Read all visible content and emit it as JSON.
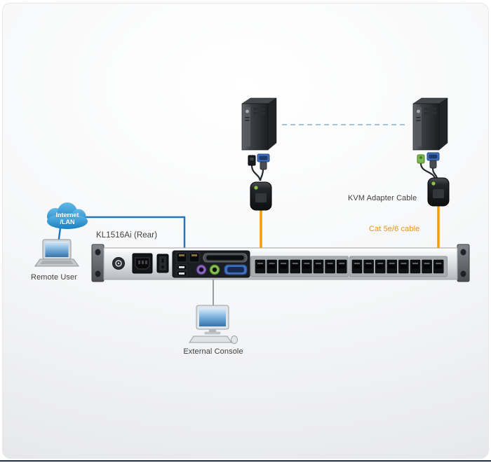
{
  "diagram": {
    "type": "hardware-connection-diagram",
    "labels": {
      "device_name": "KL1516Ai (Rear)",
      "kvm_adapter_cable": "KVM Adapter Cable",
      "cat_cable": "Cat 5e/6 cable",
      "remote_user": "Remote User",
      "external_console": "External Console",
      "cloud_line1": "Internet",
      "cloud_line2": "/LAN"
    },
    "colors": {
      "cat_cable_line": "#F59C00",
      "cat_cable_label": "#E8941A",
      "lan_line": "#2178BE",
      "dashed_link": "#9FC4E2",
      "console_line": "#9B9FA3",
      "cloud_fill": "#2F9AD4",
      "label_text": "#3F3F3F",
      "bottom_rule": "#1C2B4A"
    },
    "icons": {
      "computer-tower-icon": "dark 3D tower PC",
      "kvm-adapter-icon": "black KVM dongle with green LED",
      "vga-connector-icon": "blue D-sub plug",
      "usb-connector-icon": "black USB plug",
      "ps2-connector-icon": "green mini-DIN plug",
      "internet-cloud-icon": "blue cloud",
      "laptop-icon": "laptop with blue screen",
      "external-console-icon": "monitor keyboard and mouse",
      "kvm-switch-icon": "1U rack rear panel",
      "rj45-port-icon": "black RJ45 socket",
      "brand-logo-icon": "dark round badge"
    },
    "ports": {
      "rj45_count": 16,
      "groups": 2,
      "per_group": 8
    }
  }
}
